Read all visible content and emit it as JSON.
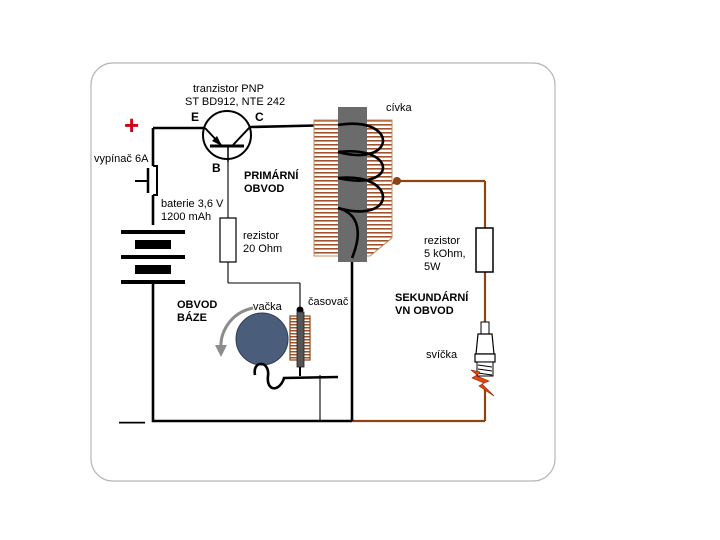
{
  "labels": {
    "transistor_line1": "tranzistor PNP",
    "transistor_line2": "ST BD912, NTE 242",
    "emitter": "E",
    "collector": "C",
    "base": "B",
    "switch": "vypínač 6A",
    "battery_line1": "baterie 3,6 V",
    "battery_line2": "1200 mAh",
    "primary_line1": "PRIMÁRNÍ",
    "primary_line2": "OBVOD",
    "coil": "cívka",
    "resistor_base_line1": "rezistor",
    "resistor_base_line2": "20 Ohm",
    "resistor_hv_line1": "rezistor",
    "resistor_hv_line2": "5 kOhm,",
    "resistor_hv_line3": "5W",
    "base_circuit_line1": "OBVOD",
    "base_circuit_line2": "BÁZE",
    "cam": "vačka",
    "timer": "časovač",
    "secondary_line1": "SEKUNDÁRNÍ",
    "secondary_line2": "VN OBVOD",
    "spark_plug": "svíčka",
    "plus": "+",
    "minus": "—"
  },
  "colors": {
    "wire_primary": "#000000",
    "wire_secondary": "#8b4513",
    "plus": "#d0021b",
    "spark": "#e8470c",
    "coil_core": "#6b6b6b",
    "cam": "#4a5d7a"
  },
  "icons": [
    "transistor-pnp-symbol",
    "push-switch-symbol",
    "battery-symbol",
    "resistor-symbol",
    "ignition-coil-icon",
    "cam-icon",
    "breaker-points-icon",
    "spark-plug-icon",
    "rotation-arrow-icon"
  ]
}
